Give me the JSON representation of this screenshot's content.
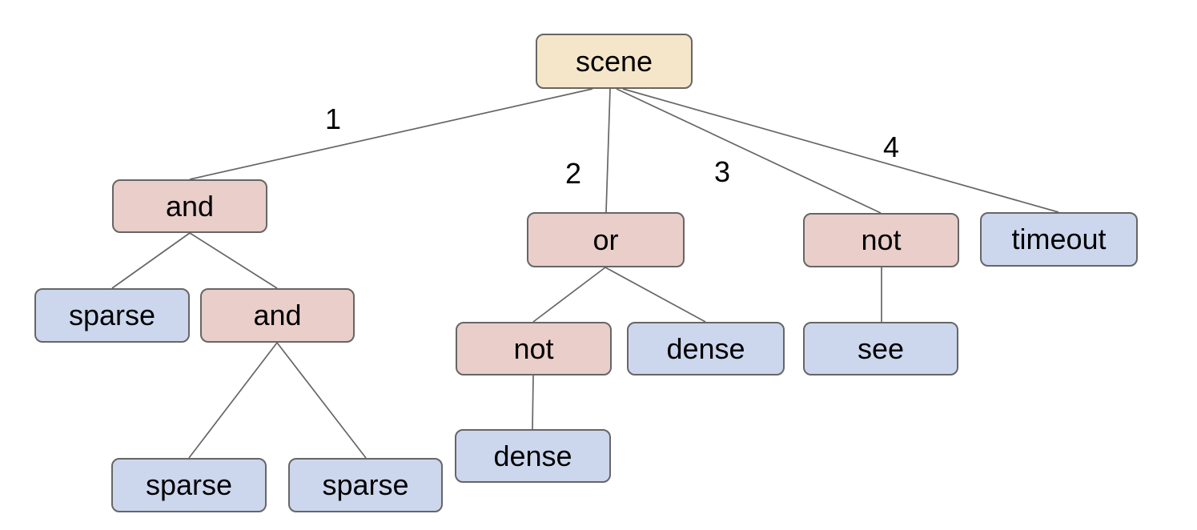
{
  "colors": {
    "background": "#ffffff",
    "root_fill": "#f6e6c9",
    "operator_fill": "#e9ceca",
    "leaf_fill": "#ccd7ee",
    "border": "#666666",
    "edge_line": "#666666",
    "text": "#000000"
  },
  "tree": {
    "label": "scene",
    "children": [
      {
        "edge_label": "1",
        "label": "and",
        "children": [
          {
            "label": "sparse",
            "children": []
          },
          {
            "label": "and",
            "children": [
              {
                "label": "sparse",
                "children": []
              },
              {
                "label": "sparse",
                "children": []
              }
            ]
          }
        ]
      },
      {
        "edge_label": "2",
        "label": "or",
        "children": [
          {
            "label": "not",
            "children": [
              {
                "label": "dense",
                "children": []
              }
            ]
          },
          {
            "label": "dense",
            "children": []
          }
        ]
      },
      {
        "edge_label": "3",
        "label": "not",
        "children": [
          {
            "label": "see",
            "children": []
          }
        ]
      },
      {
        "edge_label": "4",
        "label": "timeout",
        "children": []
      }
    ]
  }
}
